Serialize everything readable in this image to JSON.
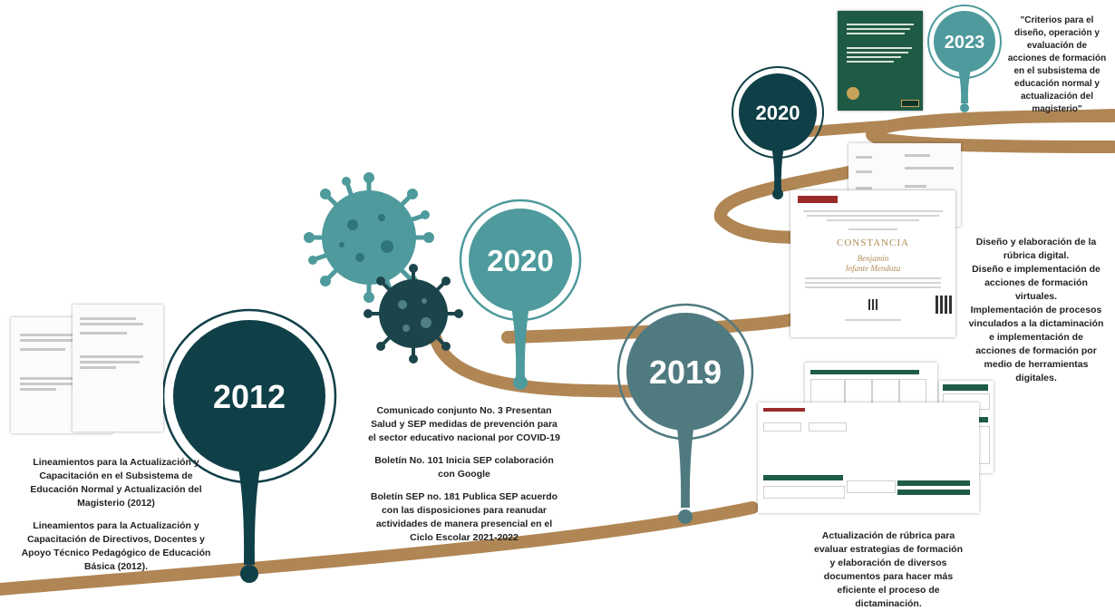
{
  "colors": {
    "dark_teal": "#0f3f47",
    "light_teal": "#4e9a9c",
    "slate_teal": "#4f7a80",
    "path_brown": "#b08655",
    "virus_teal": "#4e9a9c",
    "virus_dark": "#1c444b"
  },
  "milestones": [
    {
      "id": "2012",
      "label": "2012"
    },
    {
      "id": "2020-covid",
      "label": "2020"
    },
    {
      "id": "2019",
      "label": "2019"
    },
    {
      "id": "2020-top",
      "label": "2020"
    },
    {
      "id": "2023",
      "label": "2023"
    }
  ],
  "texts": {
    "t2012": [
      "Lineamientos para la Actualización y",
      "Capacitación en el Subsistema de",
      "Educación Normal y Actualización del",
      "Magisterio (2012)",
      "",
      "Lineamientos para la Actualización y",
      "Capacitación de Directivos, Docentes y",
      "Apoyo Técnico Pedagógico de Educación",
      "Básica (2012)."
    ],
    "tcovid": [
      "Comunicado conjunto No. 3 Presentan",
      "Salud y SEP medidas de prevención para",
      "el sector educativo nacional por COVID-19",
      "",
      "Boletín No. 101 Inicia SEP colaboración",
      "con Google",
      "",
      "Boletín SEP no. 181 Publica SEP acuerdo",
      "con las disposiciones para reanudar",
      "actividades de manera presencial en el",
      "Ciclo Escolar 2021-2022"
    ],
    "t2019": [
      "Actualización de rúbrica para",
      "evaluar estrategias de formación",
      "y elaboración de diversos",
      "documentos para hacer más",
      "eficiente el proceso de",
      "dictaminación."
    ],
    "t2020top": [
      "Diseño y elaboración de la",
      "rúbrica digital.",
      "Diseño e implementación de",
      "acciones de formación",
      "virtuales.",
      "Implementación de procesos",
      "vinculados a la dictaminación",
      "e implementación de",
      "acciones de formación por",
      "medio de herramientas",
      "digitales."
    ],
    "t2023": [
      "\"Criterios para el",
      "diseño,  operación y",
      "evaluación de",
      "acciones de formación",
      "en el subsistema de",
      "educación normal y",
      "actualización del",
      "magisterio\""
    ]
  },
  "documents": {
    "certificate": {
      "title": "CONSTANCIA",
      "name_line1": "Benjamín",
      "name_line2": "Infante Mendoza"
    }
  }
}
